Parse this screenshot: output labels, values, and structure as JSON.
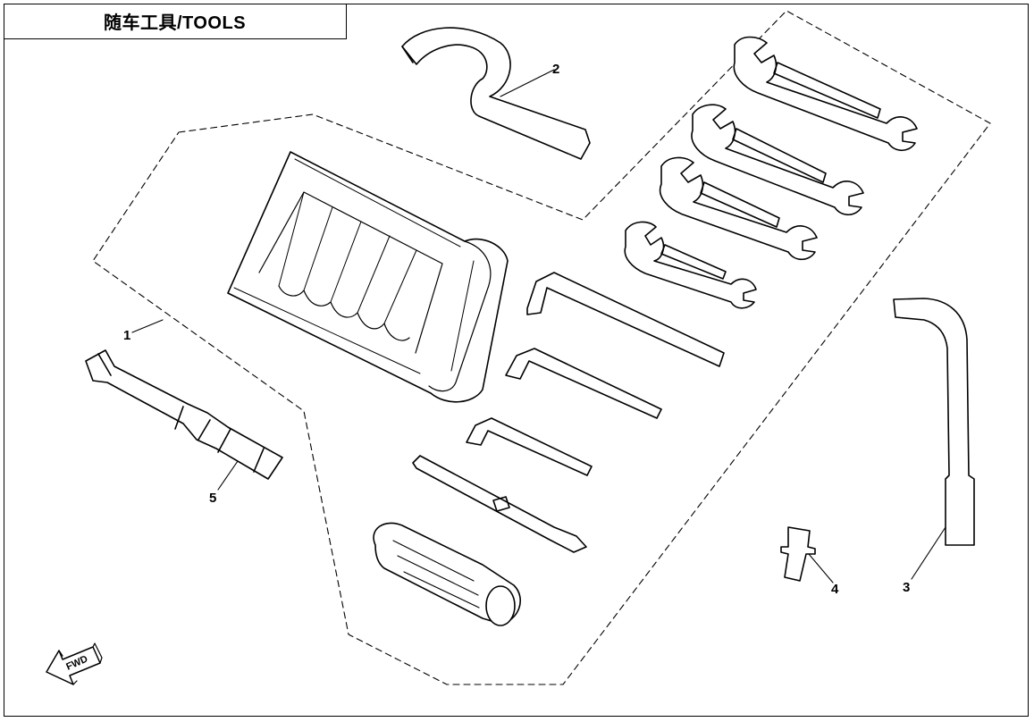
{
  "title": "随车工具/TOOLS",
  "callouts": {
    "c1": "1",
    "c2": "2",
    "c3": "3",
    "c4": "4",
    "c5": "5"
  },
  "direction_marker": {
    "label": "FWD",
    "icon": "forward-arrow-icon"
  },
  "colors": {
    "line": "#000000",
    "background": "#ffffff"
  }
}
